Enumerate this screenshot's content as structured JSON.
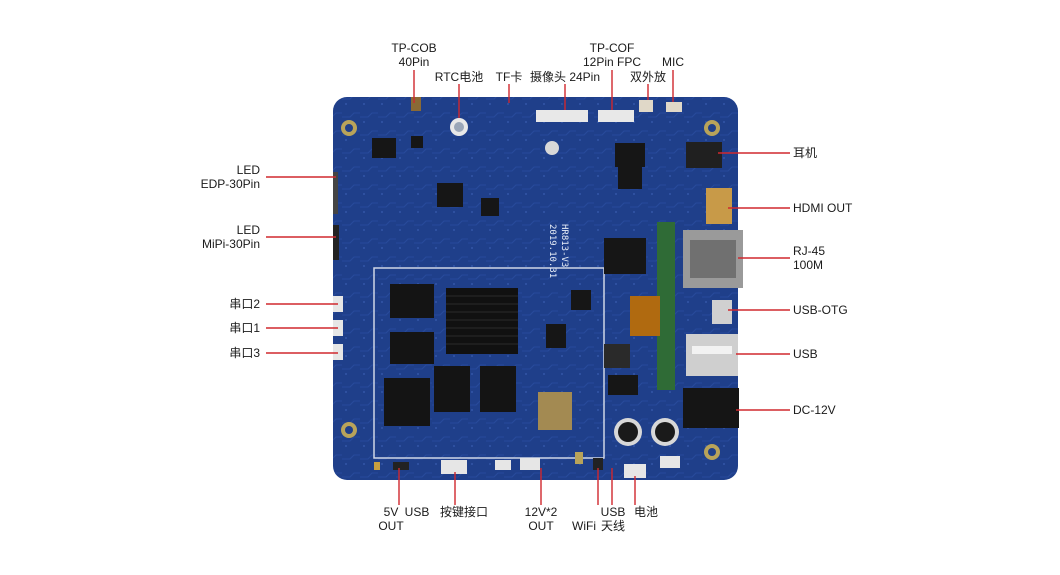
{
  "callouts": {
    "tp_cob": [
      "TP-COB",
      "40Pin"
    ],
    "rtc": "RTC电池",
    "tf": "TF卡",
    "camera": "摄像头 24Pin",
    "tp_cof": [
      "TP-COF",
      "12Pin FPC"
    ],
    "dual_speaker": "双外放",
    "mic": "MIC",
    "earphone": "耳机",
    "hdmi": "HDMI OUT",
    "rj45": [
      "RJ-45",
      "100M"
    ],
    "usb_otg": "USB-OTG",
    "usb_right": "USB",
    "dc": "DC-12V",
    "led_edp": [
      "LED",
      "EDP-30Pin"
    ],
    "led_mipi": [
      "LED",
      "MiPi-30Pin"
    ],
    "uart2": "串口2",
    "uart1": "串口1",
    "uart3": "串口3",
    "out5v": [
      "5V",
      "OUT"
    ],
    "usb_bottom": "USB",
    "keys": "按键接口",
    "out12v": [
      "12V*2",
      "OUT"
    ],
    "wifi": "WiFi",
    "usb_antenna": [
      "USB",
      "天线"
    ],
    "battery": "电池"
  },
  "board_marking": [
    "HR813-V3",
    "2019.10.31"
  ],
  "colors": {
    "board": "#1f3f8a",
    "callout_line": "#d0282e"
  }
}
